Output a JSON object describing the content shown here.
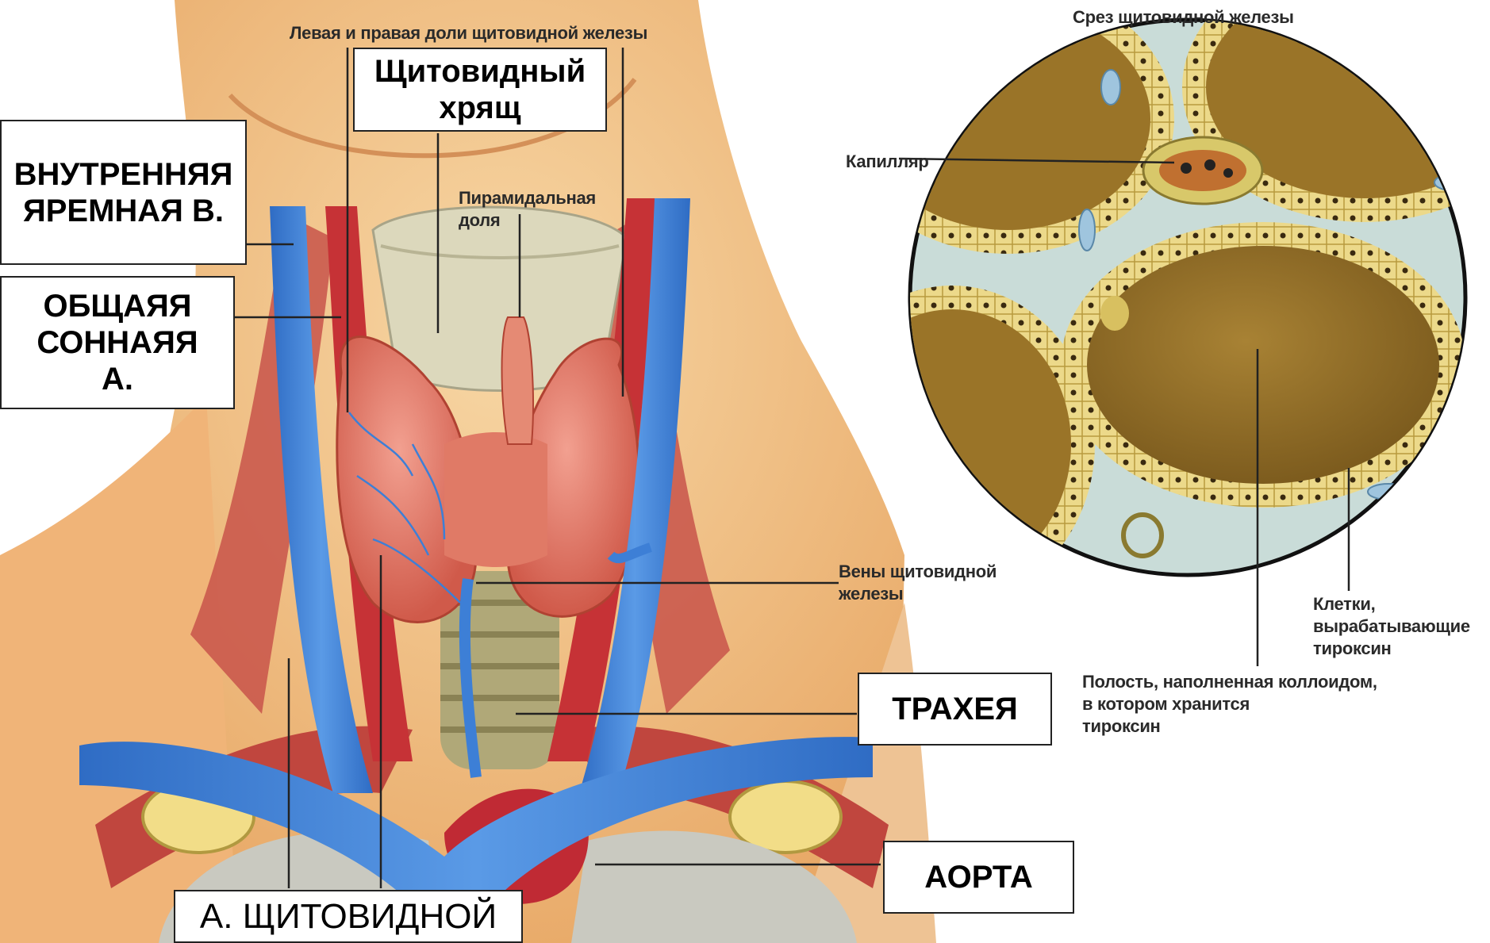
{
  "labels": {
    "lobes": "Левая и правая доли щитовидной железы",
    "cartilage_line1": "Щитовидный",
    "cartilage_line2": "хрящ",
    "jugular_line1": "ВНУТРЕННЯЯ",
    "jugular_line2": "ЯРЕМНАЯ  В.",
    "carotid_line1": "ОБЩАЯЯ",
    "carotid_line2": "СОННАЯЯ",
    "carotid_line3": "А.",
    "pyramidal_line1": "Пирамидальная",
    "pyramidal_line2": "доля",
    "section_title": "Срез щитовидной железы",
    "capillary": "Капилляр",
    "veins_line1": "Вены щитовидной",
    "veins_line2": "железы",
    "cells_line1": "Клетки,",
    "cells_line2": "вырабатывающие",
    "cells_line3": "тироксин",
    "cavity_line1": "Полость, наполненная коллоидом,",
    "cavity_line2": "в котором хранится",
    "cavity_line3": "тироксин",
    "trachea": "ТРАХЕЯ",
    "aorta": "АОРТА",
    "thyroid_artery": "А. ЩИТОВИДНОЙ"
  },
  "colors": {
    "skin": "#f3c98e",
    "vein": "#3d7fd6",
    "artery": "#c8323a",
    "gland": "#e07060",
    "cartilage": "#d9d6b8",
    "trachea": "#a8a070",
    "follicle_cells": "#ead98a",
    "colloid": "#9a7428",
    "section_bg": "#c9dcd8"
  }
}
